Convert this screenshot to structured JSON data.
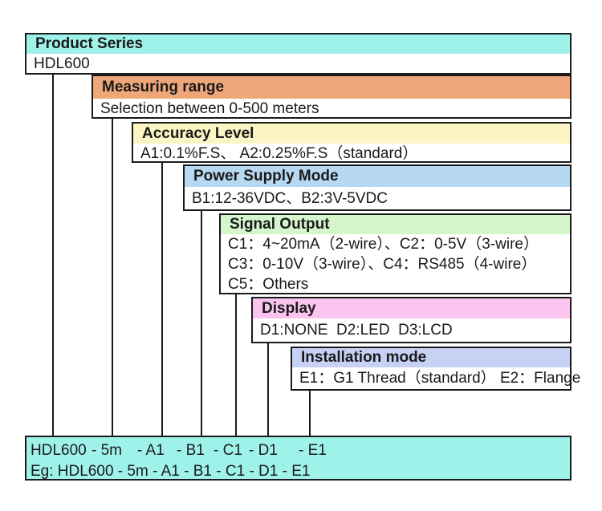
{
  "page": {
    "background_color": "#ffffff",
    "line_color": "#1a1a1a",
    "text_color": "#1a1a1a"
  },
  "sections": [
    {
      "title": "Product Series",
      "header_color": "#9ff2ea",
      "body_lines": [
        "HDL600"
      ]
    },
    {
      "title": "Measuring range",
      "header_color": "#efa678",
      "body_lines": [
        "Selection between 0-500 meters"
      ]
    },
    {
      "title": "Accuracy Level",
      "header_color": "#fbf5c3",
      "body_lines": [
        "A1:0.1%F.S、 A2:0.25%F.S（standard）"
      ]
    },
    {
      "title": "Power Supply Mode",
      "header_color": "#b7d8f1",
      "body_lines": [
        "B1:12-36VDC、B2:3V-5VDC"
      ]
    },
    {
      "title": "Signal Output",
      "header_color": "#d5f6cd",
      "body_lines": [
        "C1：4~20mA（2-wire）、C2：0-5V（3-wire）",
        "C3：0-10V（3-wire）、C4：RS485（4-wire）",
        "C5：Others"
      ]
    },
    {
      "title": "Display",
      "header_color": "#fac4ef",
      "body_lines": [
        "D1:NONE  D2:LED  D3:LCD"
      ]
    },
    {
      "title": "Installation mode",
      "header_color": "#c7d1f3",
      "body_lines": [
        "E1：G1 Thread（standard） E2：Flange"
      ]
    }
  ],
  "bottom_bar": {
    "background_color": "#9ff2ea",
    "codes": [
      "HDL600",
      "- 5m",
      "- A1",
      "- B1",
      "- C1",
      "- D1",
      "- E1"
    ],
    "example": "Eg: HDL600 - 5m - A1 - B1 - C1 - D1 - E1"
  }
}
